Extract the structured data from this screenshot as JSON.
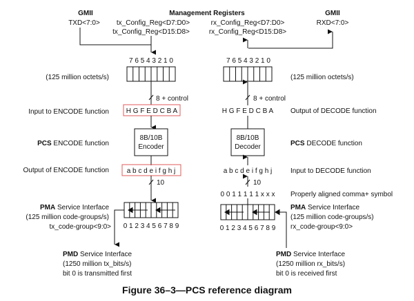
{
  "header": {
    "gmii_tx_title": "GMII",
    "gmii_tx_signal": "TXD<7:0>",
    "mgmt_title": "Management Registers",
    "tx_config_lo": "tx_Config_Reg<D7:D0>",
    "tx_config_hi": "tx_Config_Reg<D15:D8>",
    "rx_config_lo": "rx_Config_Reg<D7:D0>",
    "rx_config_hi": "rx_Config_Reg<D15:D8>",
    "gmii_rx_title": "GMII",
    "gmii_rx_signal": "RXD<7:0>"
  },
  "tx": {
    "octet_bits": "7 6 5 4 3 2 1 0",
    "octet_rate": "(125 million octets/s)",
    "bus_label": "8 + control",
    "encode_input_label": "Input to ENCODE function",
    "encode_input_bits": "H G F E D C B A",
    "pcs_bold": "PCS",
    "pcs_label": " ENCODE function",
    "encoder_line1": "8B/10B",
    "encoder_line2": "Encoder",
    "encode_output_label": "Output of ENCODE function",
    "encode_output_bits": "a b c d e i f g h j",
    "bus10_label": "10",
    "pma_bold": "PMA",
    "pma_label": " Service Interface",
    "pma_rate": "(125 million code-groups/s)",
    "pma_signal": "tx_code-group<9:0>",
    "codegroup_bits": "0 1 2 3 4 5 6 7 8 9",
    "pmd_bold": "PMD",
    "pmd_label": " Service Interface",
    "pmd_rate": "(1250 million tx_bits/s)",
    "pmd_note": "bit 0 is transmitted first"
  },
  "rx": {
    "octet_bits": "7 6 5 4 3 2 1 0",
    "octet_rate": "(125 million octets/s)",
    "bus_label": "8 + control",
    "decode_output_bits": "H G F E D C B A",
    "decode_output_label": "Output of DECODE function",
    "decoder_line1": "8B/10B",
    "decoder_line2": "Decoder",
    "pcs_bold": "PCS",
    "pcs_label": " DECODE function",
    "decode_input_bits": "a b c d e i f g h j",
    "decode_input_label": "Input to DECODE function",
    "bus10_label": "10",
    "comma_bits": "0 0 1 1 1 1 1 x x x",
    "comma_label": "Properly aligned comma+ symbol",
    "pma_bold": "PMA",
    "pma_label": " Service Interface",
    "pma_rate": "(125 million code-groups/s)",
    "pma_signal": "rx_code-group<9:0>",
    "codegroup_bits": "0 1 2 3 4 5 6 7 8 9",
    "pmd_bold": "PMD",
    "pmd_label": " Service Interface",
    "pmd_rate": "(1250 million rx_bits/s)",
    "pmd_note": "bit 0 is received first"
  },
  "caption": "Figure 36–3—PCS reference diagram",
  "colors": {
    "highlight_box": "#e05a5a",
    "line": "#111111"
  }
}
